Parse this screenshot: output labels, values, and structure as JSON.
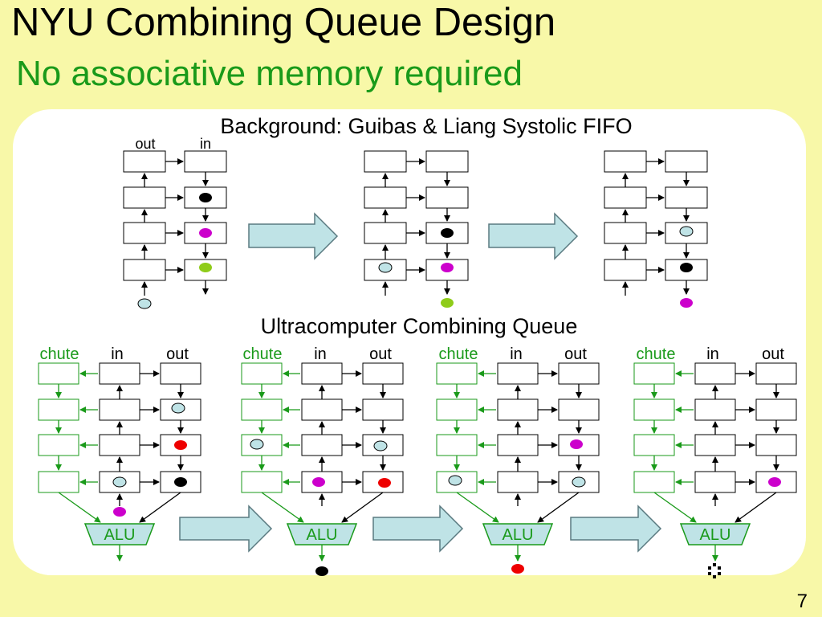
{
  "title": "NYU Combining Queue Design",
  "subtitle": "No associative memory required",
  "page_number": "7",
  "fifo": {
    "heading": "Background: Guibas & Liang Systolic FIFO",
    "out_label": "out",
    "in_label": "in"
  },
  "combining": {
    "heading": "Ultracomputer Combining Queue",
    "chute_label": "chute",
    "in_label": "in",
    "out_label": "out",
    "alu_label": "ALU"
  },
  "colors": {
    "background": "#f8f8a8",
    "panel": "#ffffff",
    "title": "#000000",
    "subtitle": "#1a9a1a",
    "chute": "#1a9a1a",
    "arrow_fill": "#bfe3e6",
    "token_black": "#000000",
    "token_magenta": "#cc00cc",
    "token_green": "#8fcc1a",
    "token_lightblue": "#bfe3e6",
    "token_red": "#ee0000"
  }
}
